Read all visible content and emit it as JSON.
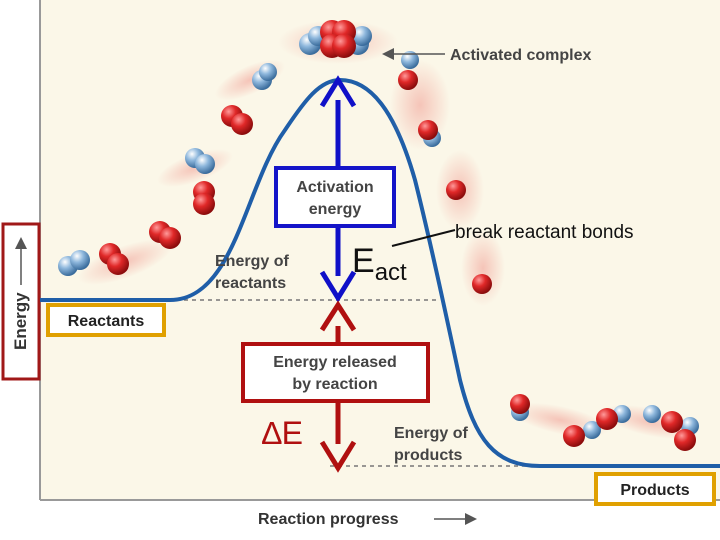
{
  "axis": {
    "y_label": "Energy",
    "x_label": "Reaction progress"
  },
  "labels": {
    "activated_complex": "Activated complex",
    "activation_energy_line1": "Activation",
    "activation_energy_line2": "energy",
    "energy_of_reactants_line1": "Energy of",
    "energy_of_reactants_line2": "reactants",
    "energy_released_line1": "Energy released",
    "energy_released_line2": "by reaction",
    "energy_of_products_line1": "Energy of",
    "energy_of_products_line2": "products",
    "reactants": "Reactants",
    "products": "Products",
    "e_act_main": "E",
    "e_act_sub": "act",
    "delta_e": "∆E",
    "break_bonds": "break reactant bonds"
  },
  "colors": {
    "curve": "#1f5ea8",
    "activation_arrow": "#1010c8",
    "released_arrow": "#b01010",
    "box_gold": "#e0a000",
    "box_blue": "#1414c8",
    "box_red": "#b01010",
    "panel": "#fbf7e8"
  }
}
